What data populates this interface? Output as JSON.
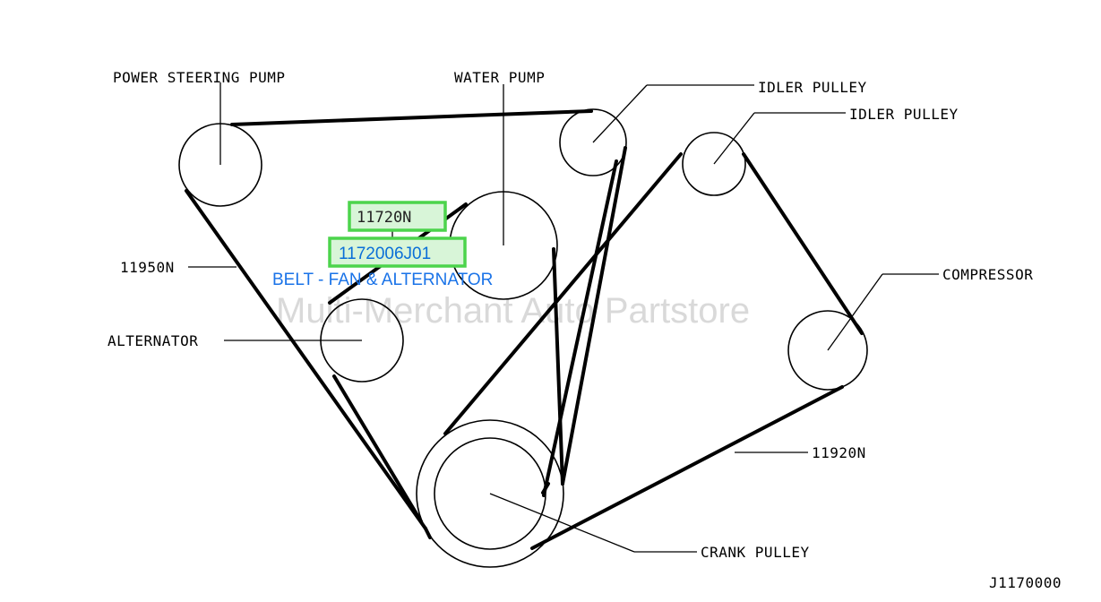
{
  "labels": {
    "power_steering_pump": "POWER STEERING PUMP",
    "water_pump": "WATER PUMP",
    "idler_pulley_1": "IDLER PULLEY",
    "idler_pulley_2": "IDLER PULLEY",
    "compressor": "COMPRESSOR",
    "alternator": "ALTERNATOR",
    "crank_pulley": "CRANK PULLEY",
    "belt_11950n": "11950N",
    "belt_11920n": "11920N",
    "diagram_code": "J1170000"
  },
  "hotspots": {
    "part_11720n": "11720N",
    "part_1172006j01": "1172006J01",
    "description": "BELT - FAN & ALTERNATOR"
  },
  "watermark": "Multi-Merchant Auto Partstore",
  "colors": {
    "hotspot_border": "#4cd44c",
    "hotspot_fill": "#d8f5d8",
    "hotspot_link": "#1a73e8"
  }
}
